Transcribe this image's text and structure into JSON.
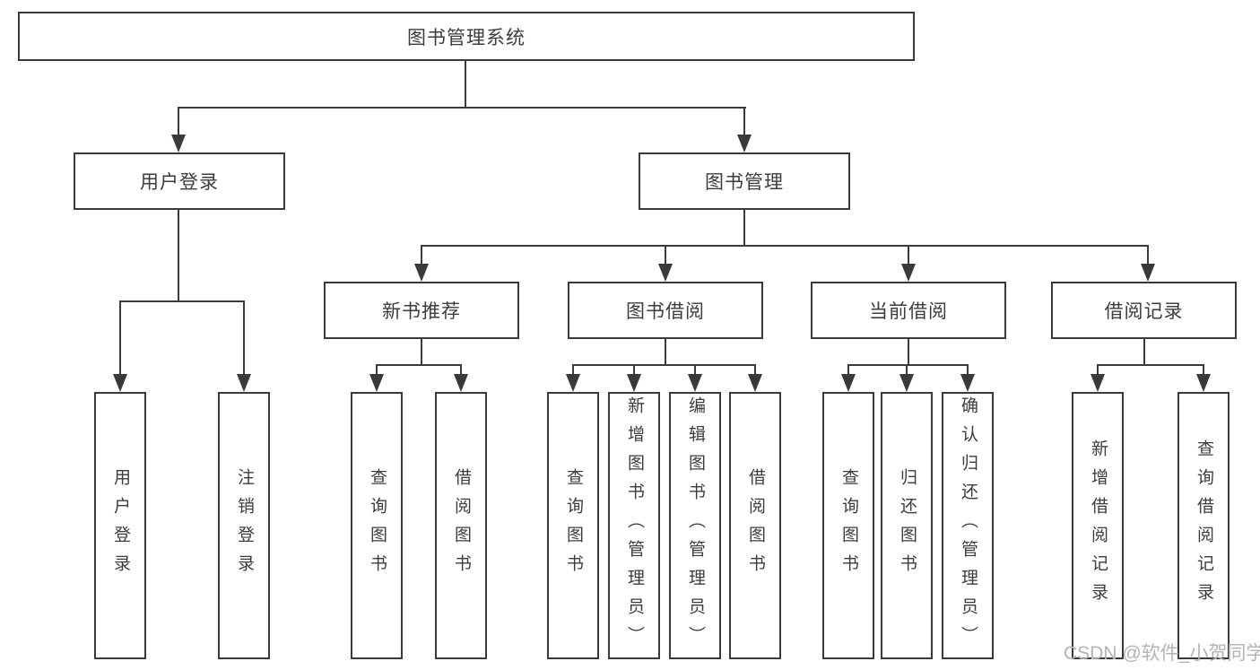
{
  "diagram": {
    "root": "图书管理系统",
    "level2": [
      {
        "label": "用户登录",
        "children": [
          "用户登录",
          "注销登录"
        ]
      },
      {
        "label": "图书管理",
        "children": [
          {
            "label": "新书推荐",
            "children": [
              "查询图书",
              "借阅图书"
            ]
          },
          {
            "label": "图书借阅",
            "children": [
              "查询图书",
              "新增图书（管理员）",
              "编辑图书（管理员）",
              "借阅图书"
            ]
          },
          {
            "label": "当前借阅",
            "children": [
              "查询图书",
              "归还图书",
              "确认归还（管理员）"
            ]
          },
          {
            "label": "借阅记录",
            "children": [
              "新增借阅记录",
              "查询借阅记录"
            ]
          }
        ]
      }
    ]
  },
  "colors": {
    "line": "#3a3a3a",
    "text": "#3c3c3c",
    "watermark": "#b4b4b4",
    "background": "#ffffff"
  },
  "watermark": "CSDN @软件_小贺同学"
}
